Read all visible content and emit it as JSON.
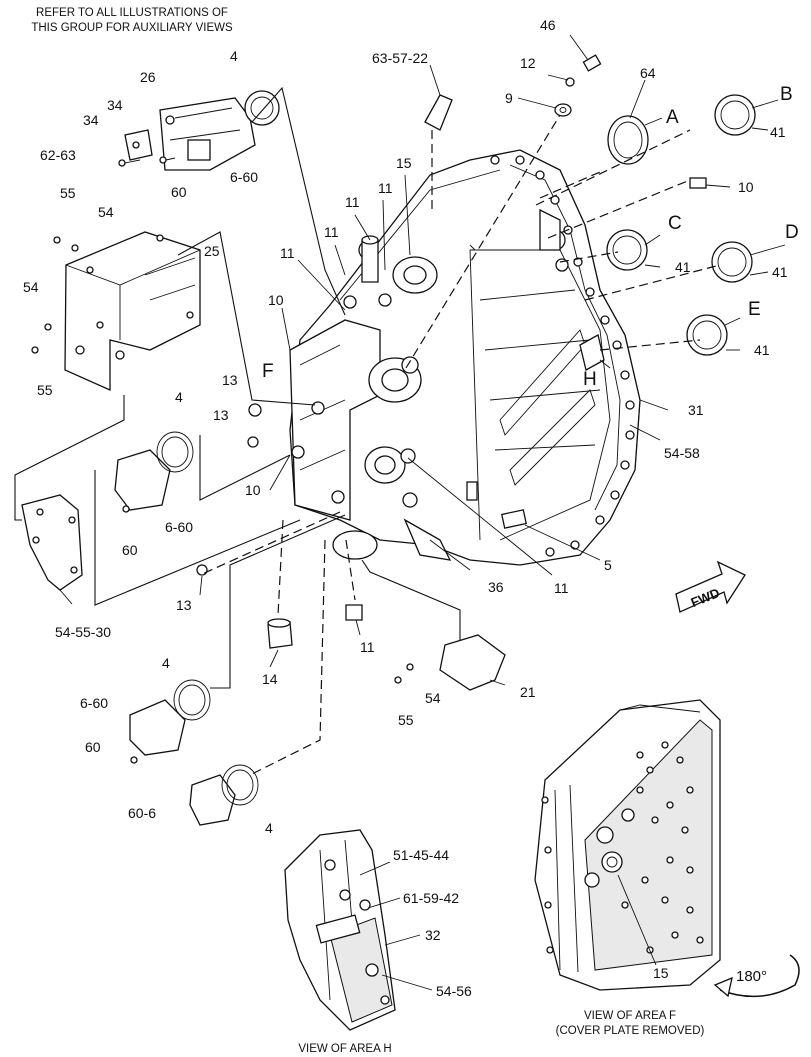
{
  "header_note": [
    "REFER TO ALL ILLUSTRATIONS OF",
    "THIS GROUP FOR AUXILIARY VIEWS"
  ],
  "callouts": {
    "c4a": "4",
    "c26": "26",
    "c34a": "34",
    "c34b": "34",
    "c6263": "62-63",
    "c60a": "60",
    "c660a": "6-60",
    "c55a": "55",
    "c54a": "54",
    "c25": "25",
    "c54b": "54",
    "c55b": "55",
    "c63": "63-57-22",
    "c46": "46",
    "c12": "12",
    "c9": "9",
    "c64": "64",
    "cA": "A",
    "cB": "B",
    "c41a": "41",
    "c10a": "10",
    "c15": "15",
    "c11a": "11",
    "c11b": "11",
    "c11c": "11",
    "c11d": "11",
    "cC": "C",
    "c41b": "41",
    "cD": "D",
    "c41c": "41",
    "cE": "E",
    "c41d": "41",
    "c10b": "10",
    "cF": "F",
    "cH": "H",
    "c13a": "13",
    "c13b": "13",
    "c31": "31",
    "c5458": "54-58",
    "c4b": "4",
    "c660b": "6-60",
    "c60b": "60",
    "c10c": "10",
    "c5": "5",
    "c11e": "11",
    "c36": "36",
    "c13c": "13",
    "c545530": "54-55-30",
    "c14": "14",
    "c11f": "11",
    "c54c": "54",
    "c55c": "55",
    "c21": "21",
    "c4c": "4",
    "c660c": "6-60",
    "c60c": "60",
    "c606": "60-6",
    "c4d": "4",
    "c514544": "51-45-44",
    "c615942": "61-59-42",
    "c32": "32",
    "c5456": "54-56",
    "c15b": "15"
  },
  "fwd_label": "FWD",
  "rotation_label": "180°",
  "views": {
    "area_h": "VIEW OF AREA H",
    "area_f_line1": "VIEW OF AREA F",
    "area_f_line2": "(COVER PLATE  REMOVED)"
  }
}
